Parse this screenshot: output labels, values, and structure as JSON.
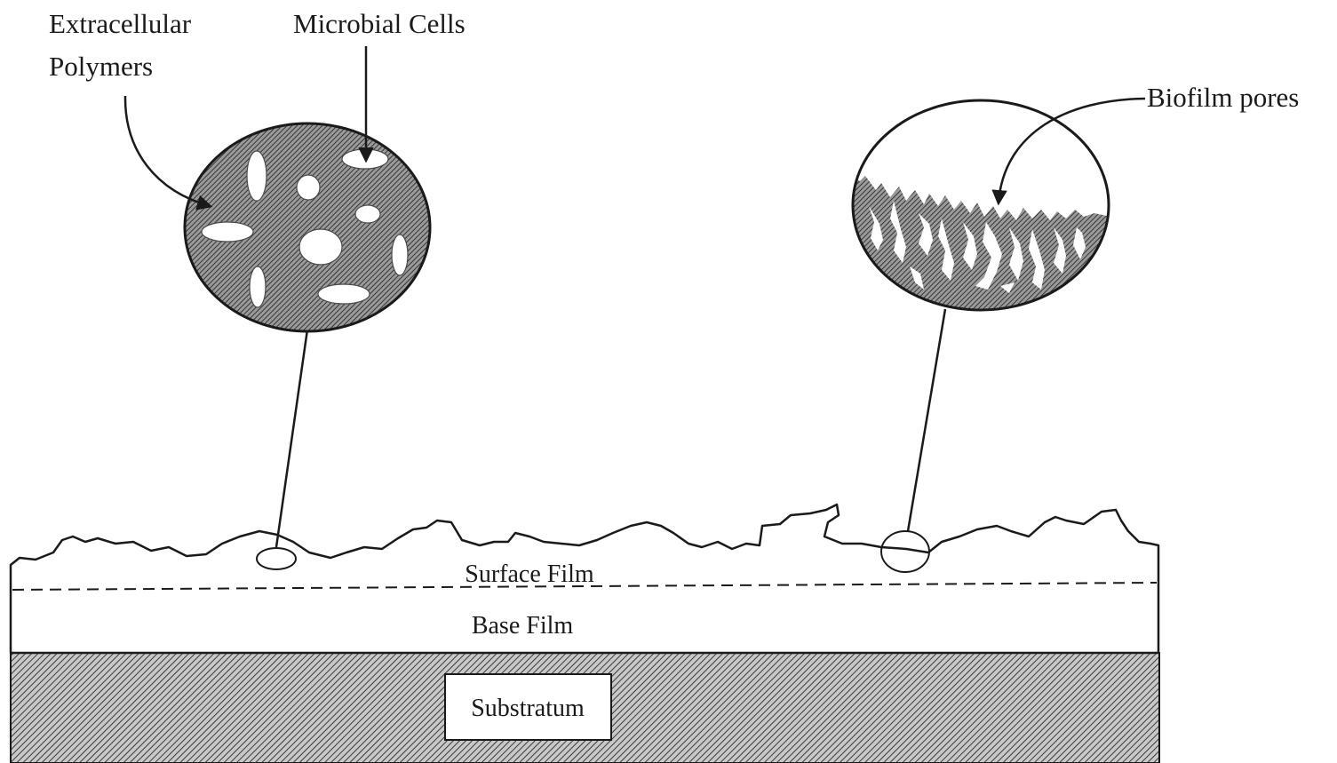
{
  "labels": {
    "extracellular_line1": "Extracellular",
    "extracellular_line2": "Polymers",
    "microbial_cells": "Microbial Cells",
    "biofilm_pores": "Biofilm pores",
    "surface_film": "Surface Film",
    "base_film": "Base Film",
    "substratum": "Substratum"
  },
  "colors": {
    "ink": "#1a1a1a",
    "background": "#ffffff",
    "hatch_fill": "#8a8a8a"
  }
}
